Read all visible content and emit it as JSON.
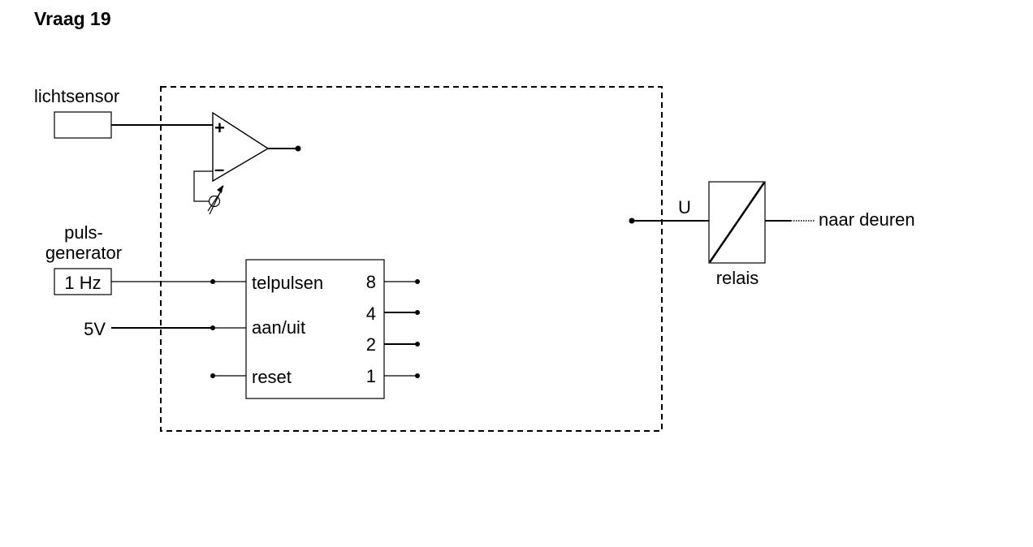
{
  "title": "Vraag 19",
  "inputs": {
    "light_sensor": "lichtsensor",
    "pulse_generator_line1": "puls-",
    "pulse_generator_line2": "generator",
    "pulse_frequency": "1 Hz",
    "supply": "5V"
  },
  "comparator": {
    "plus": "+",
    "minus": "–"
  },
  "counter": {
    "inputs": [
      "telpulsen",
      "aan/uit",
      "reset"
    ],
    "outputs": [
      "8",
      "4",
      "2",
      "1"
    ]
  },
  "output": {
    "voltage": "U",
    "relay": "relais",
    "to_doors": "naar deuren"
  }
}
